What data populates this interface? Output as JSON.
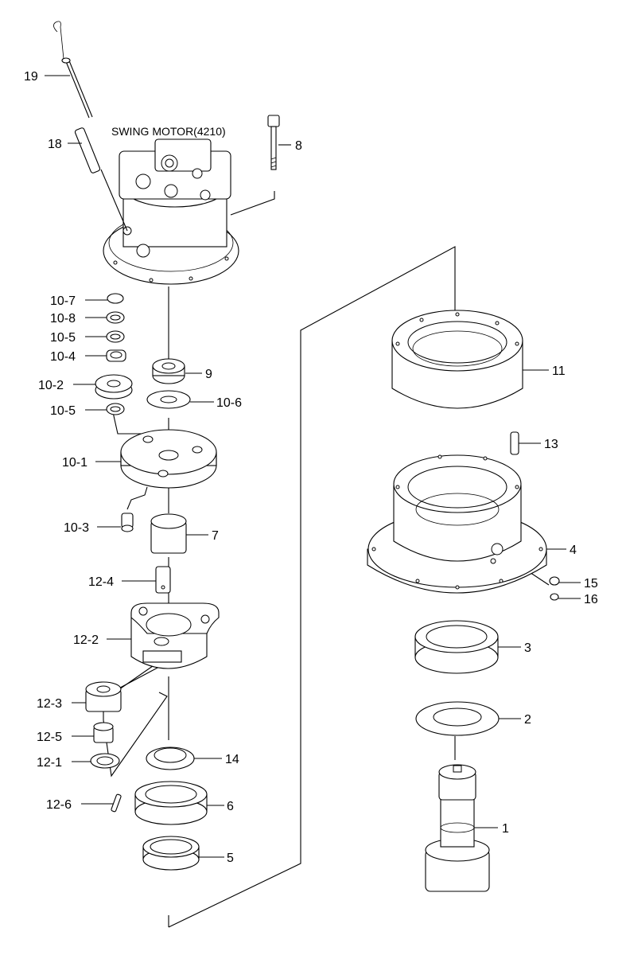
{
  "title": "SWING MOTOR(4210)",
  "labels": {
    "p1": "1",
    "p2": "2",
    "p3": "3",
    "p4": "4",
    "p5": "5",
    "p6": "6",
    "p7": "7",
    "p8": "8",
    "p9": "9",
    "p11": "11",
    "p13": "13",
    "p14": "14",
    "p15": "15",
    "p16": "16",
    "p18": "18",
    "p19": "19",
    "p10_1": "10-1",
    "p10_2": "10-2",
    "p10_3": "10-3",
    "p10_4": "10-4",
    "p10_5a": "10-5",
    "p10_5b": "10-5",
    "p10_6": "10-6",
    "p10_7": "10-7",
    "p10_8": "10-8",
    "p12_1": "12-1",
    "p12_2": "12-2",
    "p12_3": "12-3",
    "p12_4": "12-4",
    "p12_5": "12-5",
    "p12_6": "12-6"
  }
}
